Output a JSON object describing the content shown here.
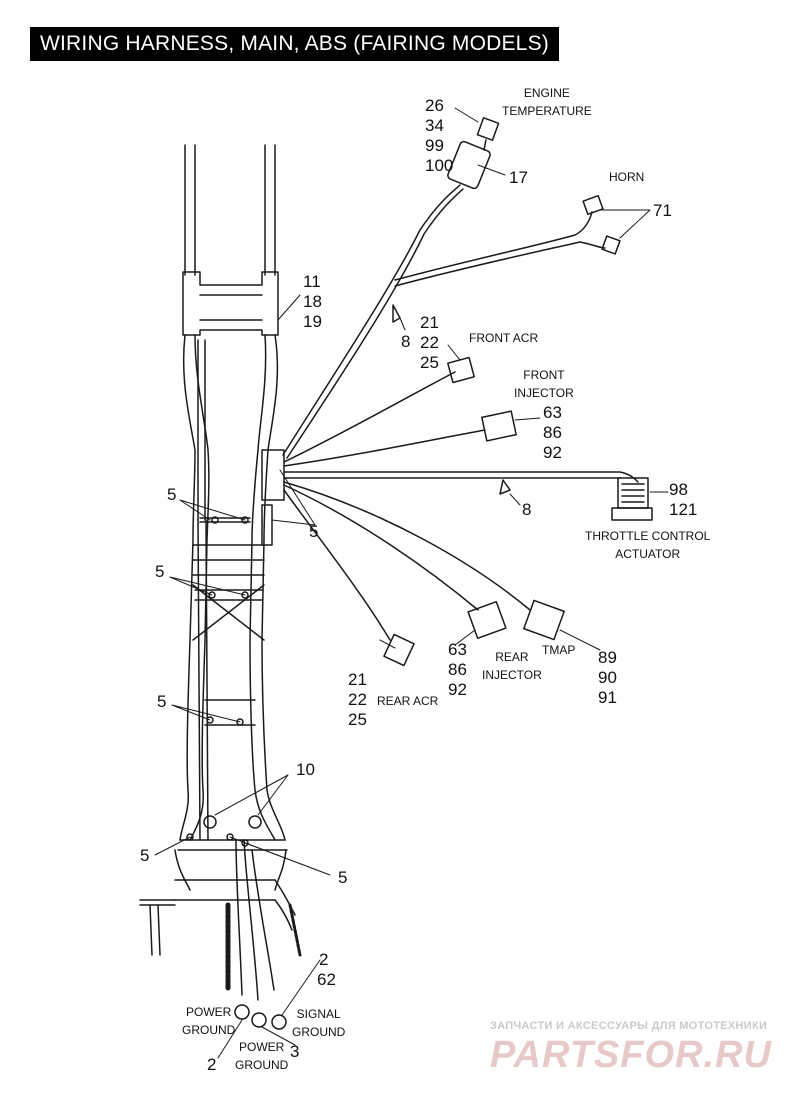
{
  "title": "WIRING HARNESS, MAIN, ABS (FAIRING MODELS)",
  "callouts": {
    "engine_temp_parts": [
      "26",
      "34",
      "99",
      "100"
    ],
    "sensor_17": "17",
    "horn_71": "71",
    "frame_parts": [
      "11",
      "18",
      "19"
    ],
    "clip_8_top": "8",
    "front_acr_parts": [
      "21",
      "22",
      "25"
    ],
    "front_injector_parts": [
      "63",
      "86",
      "92"
    ],
    "throttle_parts": [
      "98",
      "121"
    ],
    "clip_8_mid": "8",
    "tie_5_left_a": "5",
    "tie_5_right": "5",
    "tie_5_left_b": "5",
    "tie_5_left_c": "5",
    "tie_5_bottom_left": "5",
    "tie_5_bottom_right": "5",
    "grommet_10": "10",
    "rear_acr_parts": [
      "21",
      "22",
      "25"
    ],
    "rear_injector_parts": [
      "63",
      "86",
      "92"
    ],
    "tmap_parts": [
      "89",
      "90",
      "91"
    ],
    "ground_signal_parts": [
      "2",
      "62"
    ],
    "power_ground_left_part": "2",
    "power_ground_center_part": "3"
  },
  "labels": {
    "engine_temperature": [
      "ENGINE",
      "TEMPERATURE"
    ],
    "horn": [
      "HORN"
    ],
    "front_acr": [
      "FRONT ACR"
    ],
    "front_injector": [
      "FRONT",
      "INJECTOR"
    ],
    "throttle_control_actuator": [
      "THROTTLE CONTROL",
      "ACTUATOR"
    ],
    "rear_acr": [
      "REAR ACR"
    ],
    "rear_injector": [
      "REAR",
      "INJECTOR"
    ],
    "tmap": [
      "TMAP"
    ],
    "power_ground_left": [
      "POWER",
      "GROUND"
    ],
    "power_ground_center": [
      "POWER",
      "GROUND"
    ],
    "signal_ground": [
      "SIGNAL",
      "GROUND"
    ]
  },
  "watermark": {
    "tagline": "ЗАПЧАСТИ И АКСЕССУАРЫ ДЛЯ МОТОТЕХНИКИ",
    "logo": "PARTSFOR.RU"
  }
}
